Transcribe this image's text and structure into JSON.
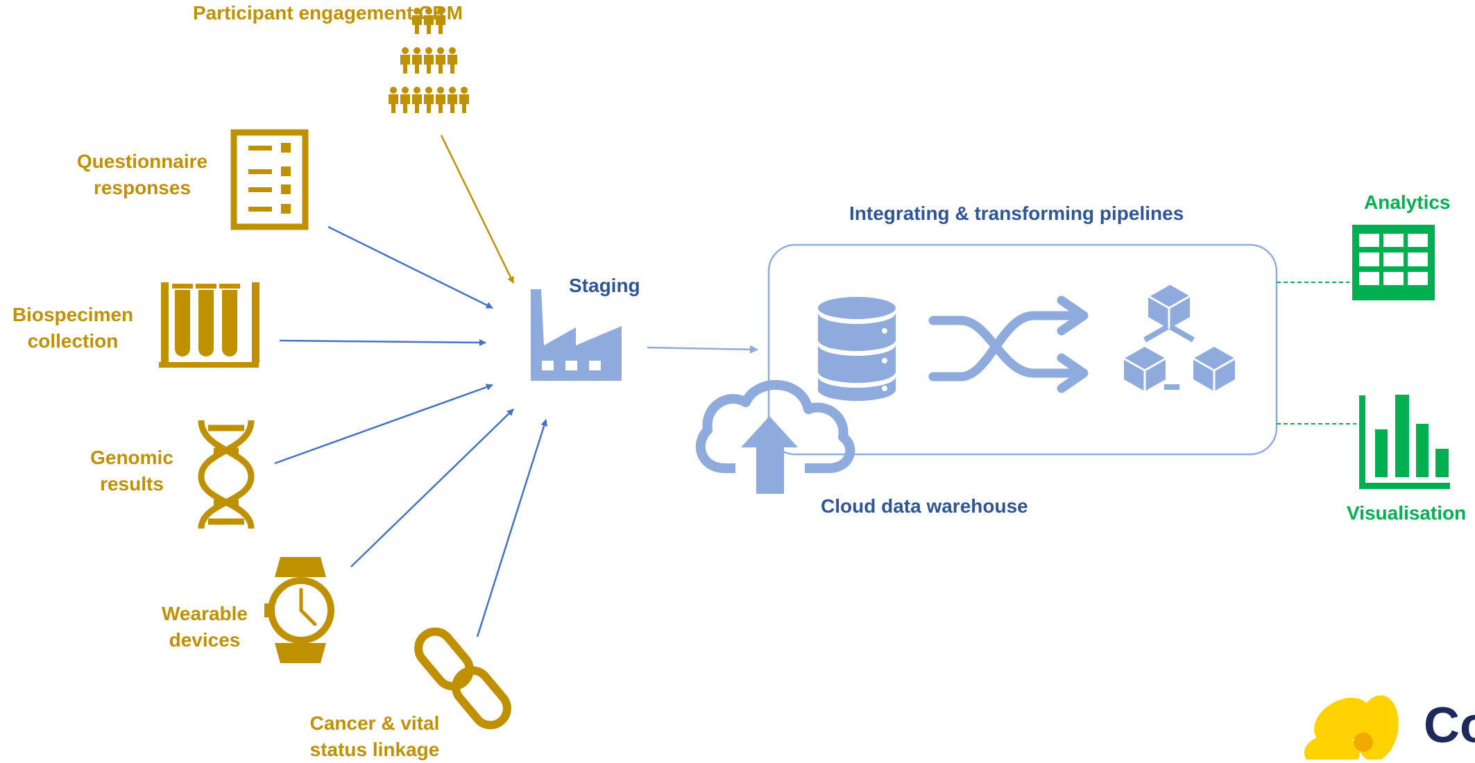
{
  "sources": {
    "crm": "Participant engagement CRM",
    "questionnaire": "Questionnaire responses",
    "biospecimen": "Biospecimen collection",
    "genomic": "Genomic results",
    "wearable": "Wearable devices",
    "linkage": "Cancer & vital status linkage"
  },
  "staging": {
    "label": "Staging"
  },
  "pipelines": {
    "label": "Integrating & transforming pipelines"
  },
  "warehouse": {
    "label": "Cloud data warehouse"
  },
  "outputs": {
    "analytics": "Analytics",
    "visualisation": "Visualisation"
  },
  "logo": {
    "text": "Co"
  },
  "colors": {
    "gold": "#BF9000",
    "blue_text": "#2F5597",
    "blue_icon": "#8FAADC",
    "arrow_blue": "#4472C4",
    "green": "#00B050"
  },
  "icons": {
    "crm": "people-pyramid-icon",
    "questionnaire": "checklist-icon",
    "biospecimen": "test-tubes-icon",
    "genomic": "dna-icon",
    "wearable": "watch-icon",
    "linkage": "chain-link-icon",
    "staging": "factory-icon",
    "database": "database-icon",
    "shuffle": "shuffle-icon",
    "blocks": "network-blocks-icon",
    "cloud": "cloud-upload-icon",
    "analytics": "table-icon",
    "visualisation": "bar-chart-icon",
    "logo": "daffodil-logo"
  }
}
